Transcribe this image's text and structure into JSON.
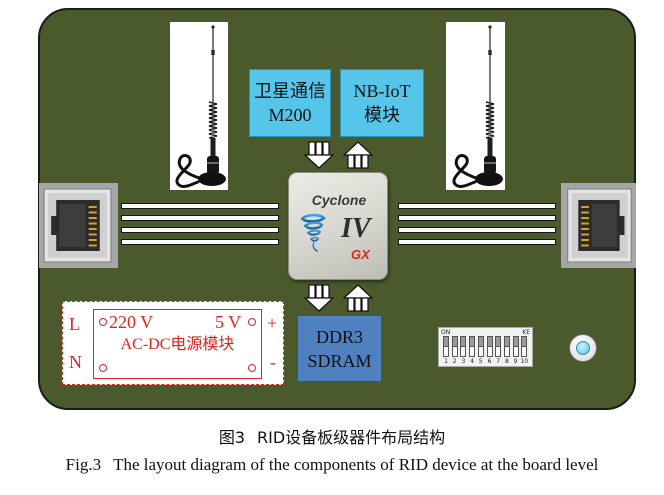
{
  "colors": {
    "board": "#4b5a2c",
    "board_border": "#1c1c1c",
    "module_light_blue": "#55c6ea",
    "module_dark_blue": "#4f80c0",
    "power_red": "#e3231f",
    "chip_gray": "#d6d6ce",
    "led_blue": "#86d9f0",
    "pin_gold": "#d4a520"
  },
  "modules": {
    "satellite": {
      "line1": "卫星通信",
      "line2": "M200"
    },
    "nbiot": {
      "line1": "NB-IoT",
      "line2": "模块"
    },
    "fpga": {
      "brand": "Cyclone",
      "series": "IV",
      "variant": "GX"
    },
    "memory": {
      "line1": "DDR3",
      "line2": "SDRAM"
    }
  },
  "power_module": {
    "line_terminal": "L",
    "neutral_terminal": "N",
    "input": "220 V",
    "output": "5 V",
    "title": "AC-DC电源模块",
    "plus_terminal": "+",
    "minus_terminal": "-"
  },
  "dip_switch": {
    "on_label": "ON",
    "maker_label": "KE",
    "positions": [
      "1",
      "2",
      "3",
      "4",
      "5",
      "6",
      "7",
      "8",
      "9",
      "10"
    ]
  },
  "icons": {
    "antenna": "antenna-icon",
    "ethernet_port": "rj45-port-icon",
    "fpga_logo": "cyclone-swirl-icon",
    "down_arrow": "arrow-down-icon",
    "up_arrow": "arrow-up-icon",
    "led": "led-indicator-icon"
  },
  "caption": {
    "cn_label": "图3",
    "cn_text": "RID设备板级器件布局结构",
    "en_label": "Fig.3",
    "en_text": "The layout diagram of the components of RID device at the board level"
  }
}
